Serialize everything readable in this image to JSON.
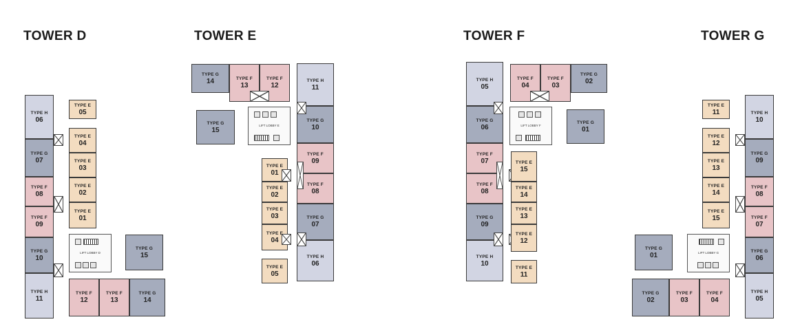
{
  "towers": {
    "d": {
      "title": "TOWER D",
      "lobby": "LIFT LOBBY D",
      "units": [
        {
          "type": "TYPE H",
          "num": "06"
        },
        {
          "type": "TYPE G",
          "num": "07"
        },
        {
          "type": "TYPE F",
          "num": "08"
        },
        {
          "type": "TYPE F",
          "num": "09"
        },
        {
          "type": "TYPE G",
          "num": "10"
        },
        {
          "type": "TYPE H",
          "num": "11"
        },
        {
          "type": "TYPE E",
          "num": "05"
        },
        {
          "type": "TYPE E",
          "num": "04"
        },
        {
          "type": "TYPE E",
          "num": "03"
        },
        {
          "type": "TYPE E",
          "num": "02"
        },
        {
          "type": "TYPE E",
          "num": "01"
        },
        {
          "type": "TYPE G",
          "num": "15"
        },
        {
          "type": "TYPE F",
          "num": "12"
        },
        {
          "type": "TYPE F",
          "num": "13"
        },
        {
          "type": "TYPE G",
          "num": "14"
        }
      ]
    },
    "e": {
      "title": "TOWER E",
      "lobby": "LIFT LOBBY E",
      "units": [
        {
          "type": "TYPE G",
          "num": "14"
        },
        {
          "type": "TYPE F",
          "num": "13"
        },
        {
          "type": "TYPE F",
          "num": "12"
        },
        {
          "type": "TYPE H",
          "num": "11"
        },
        {
          "type": "TYPE G",
          "num": "10"
        },
        {
          "type": "TYPE F",
          "num": "09"
        },
        {
          "type": "TYPE F",
          "num": "08"
        },
        {
          "type": "TYPE G",
          "num": "07"
        },
        {
          "type": "TYPE H",
          "num": "06"
        },
        {
          "type": "TYPE G",
          "num": "15"
        },
        {
          "type": "TYPE E",
          "num": "01"
        },
        {
          "type": "TYPE E",
          "num": "02"
        },
        {
          "type": "TYPE E",
          "num": "03"
        },
        {
          "type": "TYPE E",
          "num": "04"
        },
        {
          "type": "TYPE E",
          "num": "05"
        }
      ]
    },
    "f": {
      "title": "TOWER F",
      "lobby": "LIFT LOBBY F",
      "units": [
        {
          "type": "TYPE H",
          "num": "05"
        },
        {
          "type": "TYPE G",
          "num": "06"
        },
        {
          "type": "TYPE F",
          "num": "07"
        },
        {
          "type": "TYPE F",
          "num": "08"
        },
        {
          "type": "TYPE G",
          "num": "09"
        },
        {
          "type": "TYPE H",
          "num": "10"
        },
        {
          "type": "TYPE F",
          "num": "04"
        },
        {
          "type": "TYPE F",
          "num": "03"
        },
        {
          "type": "TYPE G",
          "num": "02"
        },
        {
          "type": "TYPE G",
          "num": "01"
        },
        {
          "type": "TYPE E",
          "num": "15"
        },
        {
          "type": "TYPE E",
          "num": "14"
        },
        {
          "type": "TYPE E",
          "num": "13"
        },
        {
          "type": "TYPE E",
          "num": "12"
        },
        {
          "type": "TYPE E",
          "num": "11"
        }
      ]
    },
    "g": {
      "title": "TOWER G",
      "lobby": "LIFT LOBBY G",
      "units": [
        {
          "type": "TYPE E",
          "num": "11"
        },
        {
          "type": "TYPE E",
          "num": "12"
        },
        {
          "type": "TYPE E",
          "num": "13"
        },
        {
          "type": "TYPE E",
          "num": "14"
        },
        {
          "type": "TYPE E",
          "num": "15"
        },
        {
          "type": "TYPE H",
          "num": "10"
        },
        {
          "type": "TYPE G",
          "num": "09"
        },
        {
          "type": "TYPE F",
          "num": "08"
        },
        {
          "type": "TYPE F",
          "num": "07"
        },
        {
          "type": "TYPE G",
          "num": "06"
        },
        {
          "type": "TYPE H",
          "num": "05"
        },
        {
          "type": "TYPE G",
          "num": "01"
        },
        {
          "type": "TYPE G",
          "num": "02"
        },
        {
          "type": "TYPE F",
          "num": "03"
        },
        {
          "type": "TYPE F",
          "num": "04"
        }
      ]
    }
  },
  "colors": {
    "type_e": "#f3dcc0",
    "type_f": "#e8c4c7",
    "type_g": "#a5acbd",
    "type_h": "#d2d5e3",
    "outline": "#3a3a3a"
  }
}
